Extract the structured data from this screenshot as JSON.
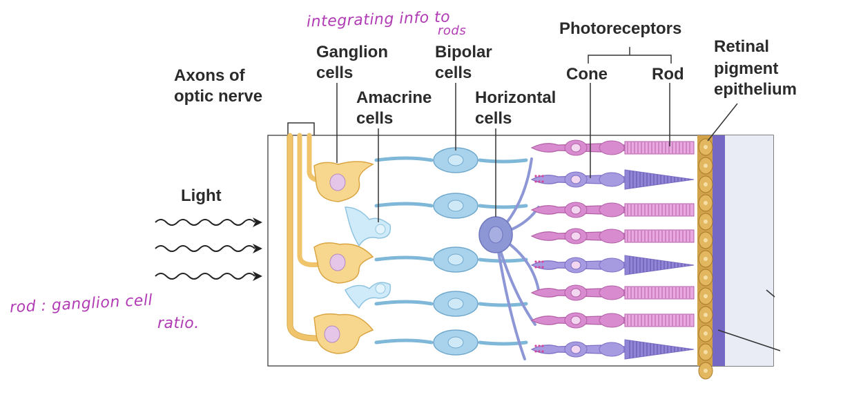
{
  "diagram": {
    "labels": {
      "axons_line1": "Axons of",
      "axons_line2": "optic nerve",
      "ganglion_line1": "Ganglion",
      "ganglion_line2": "cells",
      "amacrine_line1": "Amacrine",
      "amacrine_line2": "cells",
      "bipolar_line1": "Bipolar",
      "bipolar_line2": "cells",
      "horizontal_line1": "Horizontal",
      "horizontal_line2": "cells",
      "photoreceptors": "Photoreceptors",
      "cone": "Cone",
      "rod": "Rod",
      "rpe_line1": "Retinal",
      "rpe_line2": "pigment",
      "rpe_line3": "epithelium",
      "light": "Light"
    },
    "annotations": {
      "integrating_line1": "integrating info to",
      "integrating_line2": "rods",
      "ratio_line1": "rod : ganglion cell",
      "ratio_line2": "ratio."
    },
    "colors": {
      "ganglion": "#f7d78e",
      "bipolar": "#a9d3ec",
      "horizontal": "#8e97d6",
      "rod": "#d98bcf",
      "cone": "#a69be0",
      "rpe": "#d2a24a",
      "choroid": "#7468c4",
      "annotation": "#b13bb4"
    }
  }
}
